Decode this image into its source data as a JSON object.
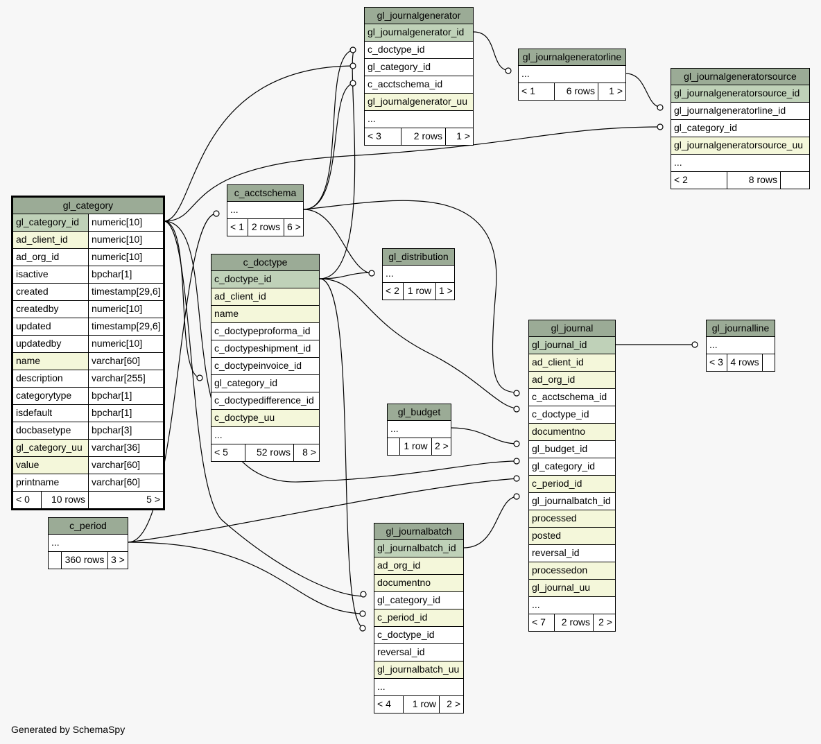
{
  "footer": "Generated by SchemaSpy",
  "colors": {
    "header": "#9bab96",
    "primary_key": "#bfd1b8",
    "indexed": "#f4f7da",
    "background": "#f7f7f7"
  },
  "tables": {
    "gl_journalgenerator": {
      "name": "gl_journalgenerator",
      "columns": [
        "gl_journalgenerator_id",
        "c_doctype_id",
        "gl_category_id",
        "c_acctschema_id",
        "gl_journalgenerator_uu",
        "..."
      ],
      "nav": {
        "parents": "< 3",
        "rows": "2 rows",
        "children": "1 >"
      }
    },
    "gl_journalgeneratorline": {
      "name": "gl_journalgeneratorline",
      "columns": [
        "..."
      ],
      "nav": {
        "parents": "< 1",
        "rows": "6 rows",
        "children": "1 >"
      }
    },
    "gl_journalgeneratorsource": {
      "name": "gl_journalgeneratorsource",
      "columns": [
        "gl_journalgeneratorsource_id",
        "gl_journalgeneratorline_id",
        "gl_category_id",
        "gl_journalgeneratorsource_uu",
        "..."
      ],
      "nav": {
        "parents": "< 2",
        "rows": "8 rows",
        "children": ""
      }
    },
    "gl_category": {
      "name": "gl_category",
      "columns": [
        {
          "name": "gl_category_id",
          "type": "numeric[10]"
        },
        {
          "name": "ad_client_id",
          "type": "numeric[10]"
        },
        {
          "name": "ad_org_id",
          "type": "numeric[10]"
        },
        {
          "name": "isactive",
          "type": "bpchar[1]"
        },
        {
          "name": "created",
          "type": "timestamp[29,6]"
        },
        {
          "name": "createdby",
          "type": "numeric[10]"
        },
        {
          "name": "updated",
          "type": "timestamp[29,6]"
        },
        {
          "name": "updatedby",
          "type": "numeric[10]"
        },
        {
          "name": "name",
          "type": "varchar[60]"
        },
        {
          "name": "description",
          "type": "varchar[255]"
        },
        {
          "name": "categorytype",
          "type": "bpchar[1]"
        },
        {
          "name": "isdefault",
          "type": "bpchar[1]"
        },
        {
          "name": "docbasetype",
          "type": "bpchar[3]"
        },
        {
          "name": "gl_category_uu",
          "type": "varchar[36]"
        },
        {
          "name": "value",
          "type": "varchar[60]"
        },
        {
          "name": "printname",
          "type": "varchar[60]"
        }
      ],
      "nav": {
        "parents": "< 0",
        "rows": "10 rows",
        "children": "5 >"
      }
    },
    "c_acctschema": {
      "name": "c_acctschema",
      "columns": [
        "..."
      ],
      "nav": {
        "parents": "< 1",
        "rows": "2 rows",
        "children": "6 >"
      }
    },
    "c_doctype": {
      "name": "c_doctype",
      "columns": [
        "c_doctype_id",
        "ad_client_id",
        "name",
        "c_doctypeproforma_id",
        "c_doctypeshipment_id",
        "c_doctypeinvoice_id",
        "gl_category_id",
        "c_doctypedifference_id",
        "c_doctype_uu",
        "..."
      ],
      "nav": {
        "parents": "< 5",
        "rows": "52 rows",
        "children": "8 >"
      }
    },
    "gl_distribution": {
      "name": "gl_distribution",
      "columns": [
        "..."
      ],
      "nav": {
        "parents": "< 2",
        "rows": "1 row",
        "children": "1 >"
      }
    },
    "gl_journal": {
      "name": "gl_journal",
      "columns": [
        "gl_journal_id",
        "ad_client_id",
        "ad_org_id",
        "c_acctschema_id",
        "c_doctype_id",
        "documentno",
        "gl_budget_id",
        "gl_category_id",
        "c_period_id",
        "gl_journalbatch_id",
        "processed",
        "posted",
        "reversal_id",
        "processedon",
        "gl_journal_uu",
        "..."
      ],
      "nav": {
        "parents": "< 7",
        "rows": "2 rows",
        "children": "2 >"
      }
    },
    "gl_journalline": {
      "name": "gl_journalline",
      "columns": [
        "..."
      ],
      "nav": {
        "parents": "< 3",
        "rows": "4 rows",
        "children": ""
      }
    },
    "gl_budget": {
      "name": "gl_budget",
      "columns": [
        "..."
      ],
      "nav": {
        "parents": "",
        "rows": "1 row",
        "children": "2 >"
      }
    },
    "c_period": {
      "name": "c_period",
      "columns": [
        "..."
      ],
      "nav": {
        "parents": "",
        "rows": "360 rows",
        "children": "3 >"
      }
    },
    "gl_journalbatch": {
      "name": "gl_journalbatch",
      "columns": [
        "gl_journalbatch_id",
        "ad_org_id",
        "documentno",
        "gl_category_id",
        "c_period_id",
        "c_doctype_id",
        "reversal_id",
        "gl_journalbatch_uu",
        "..."
      ],
      "nav": {
        "parents": "< 4",
        "rows": "1 row",
        "children": "2 >"
      }
    }
  }
}
